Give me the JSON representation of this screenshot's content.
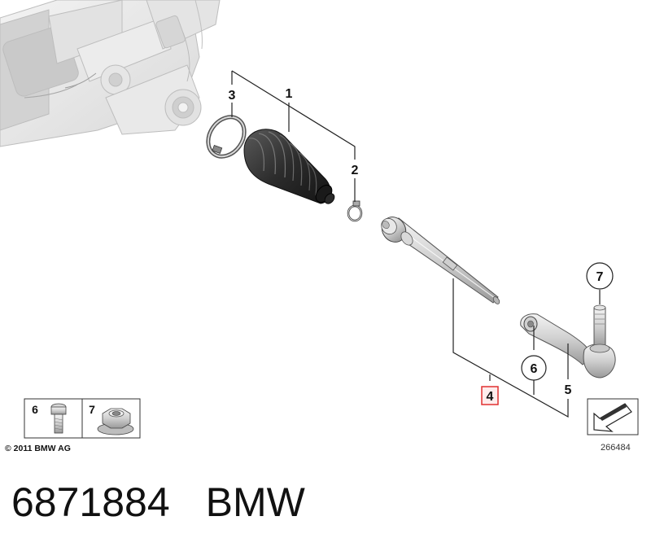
{
  "callouts": [
    {
      "label": "1",
      "part": "boot"
    },
    {
      "label": "2",
      "part": "clamp"
    },
    {
      "label": "3",
      "part": "clip-ring"
    },
    {
      "label": "4",
      "part": "tie-rod-assembly",
      "highlight": "#e03030"
    },
    {
      "label": "5",
      "part": "tie-rod-end"
    },
    {
      "label": "6",
      "part": "screw"
    },
    {
      "label": "7",
      "part": "nut"
    }
  ],
  "legend": [
    {
      "label": "6",
      "icon": "bolt-icon"
    },
    {
      "label": "7",
      "icon": "hex-nut-icon"
    }
  ],
  "copyright": "© 2011 BMW AG",
  "image_number": "266484",
  "caption": {
    "part_number": "6871884",
    "brand": "BMW"
  }
}
